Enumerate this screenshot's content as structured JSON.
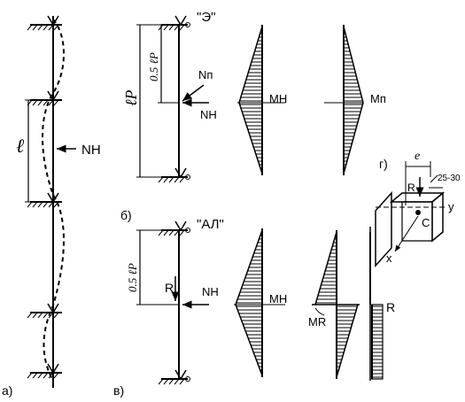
{
  "labels": {
    "panel_a": "а)",
    "panel_b": "б)",
    "panel_v": "в)",
    "panel_g": "г)",
    "span_l": "ℓ",
    "force_nh_a": "NH",
    "tag_e": "\"Э\"",
    "tag_al": "\"АЛ\"",
    "lp": "ℓP",
    "half_lp": "0.5 ℓP",
    "np": "Nп",
    "nh": "NH",
    "mh": "MH",
    "mp": "Mп",
    "r": "R",
    "mr": "MR",
    "e": "e",
    "dim_25_30": "25-30",
    "y": "y",
    "x": "x",
    "c": "C"
  }
}
